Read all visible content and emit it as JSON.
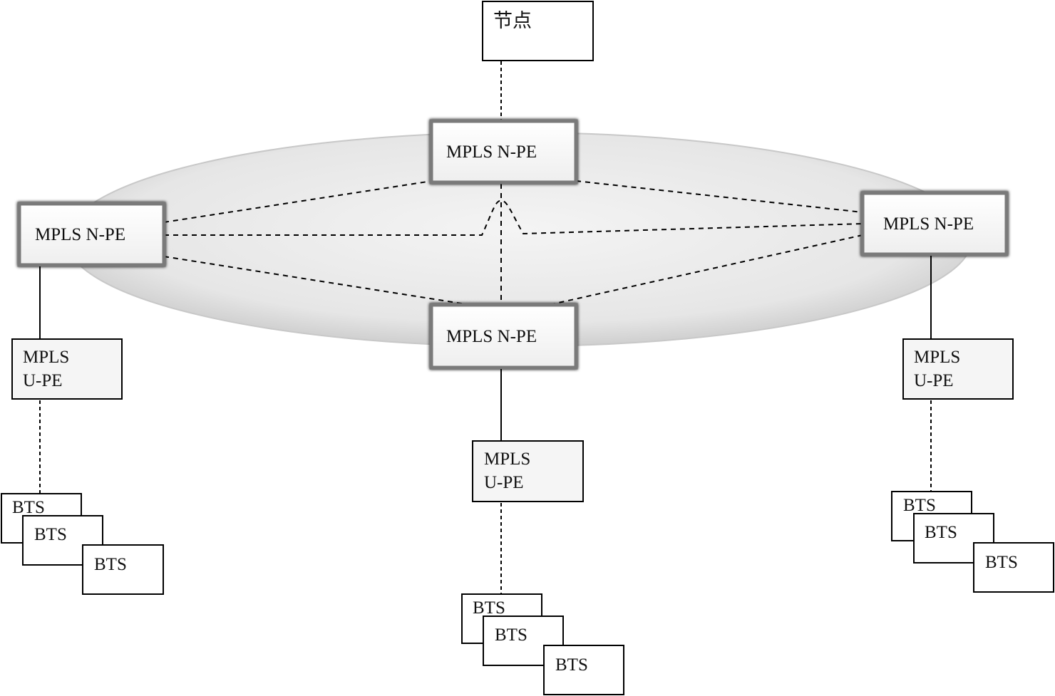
{
  "node": {
    "label": "节点"
  },
  "npe": {
    "top": {
      "label": "MPLS N-PE"
    },
    "left": {
      "label": "MPLS N-PE"
    },
    "right": {
      "label": "MPLS N-PE"
    },
    "bottom": {
      "label": "MPLS N-PE"
    }
  },
  "upe": {
    "left": {
      "line1": "MPLS",
      "line2": "U-PE"
    },
    "center": {
      "line1": "MPLS",
      "line2": "U-PE"
    },
    "right": {
      "line1": "MPLS",
      "line2": "U-PE"
    }
  },
  "bts": {
    "left": [
      "BTS",
      "BTS",
      "BTS"
    ],
    "center": [
      "BTS",
      "BTS",
      "BTS"
    ],
    "right": [
      "BTS",
      "BTS",
      "BTS"
    ]
  },
  "colors": {
    "ring_fill": "#e4e4e4",
    "npe_border": "#7a7a7a",
    "npe_fill": "#f2f2f2",
    "upe_fill": "#f5f5f5",
    "line": "#000000"
  }
}
